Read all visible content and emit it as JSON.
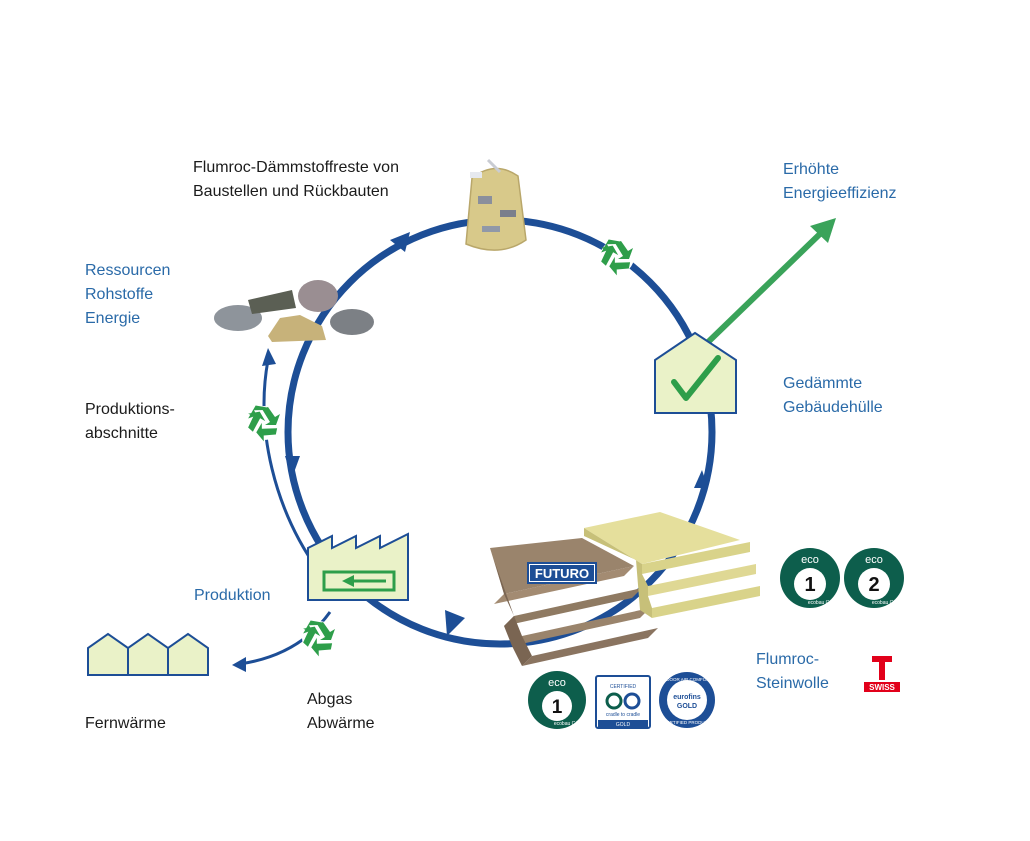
{
  "labels": {
    "waste": [
      "Flumroc-Dämmstoffreste von",
      "Baustellen und Rückbauten"
    ],
    "resources": [
      "Ressourcen",
      "Rohstoffe",
      "Energie"
    ],
    "sections": [
      "Produktions-",
      "abschnitte"
    ],
    "production": "Produktion",
    "district_heat": "Fernwärme",
    "exhaust": [
      "Abgas",
      "Abwärme"
    ],
    "efficiency": [
      "Erhöhte",
      "Energieeffizienz"
    ],
    "insulated": [
      "Gedämmte",
      "Gebäudehülle"
    ],
    "stonewool": [
      "Flumroc-",
      "Steinwolle"
    ]
  },
  "brand": {
    "futuro": "FUTURO",
    "eco_text": "eco",
    "eco_sub": "ecobau CAT.",
    "eco_one": "1",
    "eco_two": "2",
    "c2c_top": "CERTIFIED",
    "c2c_name": "cradle to cradle",
    "c2c_level": "GOLD",
    "eurofins_ring_top": "INDOOR AIR COMFORT",
    "eurofins_name": "eurofins",
    "eurofins_level": "GOLD",
    "eurofins_ring_bottom": "CERTIFIED PRODUCT",
    "swiss_label": "SWISS"
  },
  "colors": {
    "cycle_blue": "#1d4e96",
    "label_blue": "#2a6aa8",
    "recycle_green": "#2e9e4a",
    "efficiency_green": "#3aa35a",
    "pale_fill": "#eaf2c8",
    "swiss_red": "#e2001a"
  },
  "icons": [
    "recycle-icon",
    "checkmark-icon",
    "factory-icon",
    "houses-icon",
    "stones-image",
    "bag-image",
    "insulation-slabs-image",
    "swiss-label-icon"
  ]
}
